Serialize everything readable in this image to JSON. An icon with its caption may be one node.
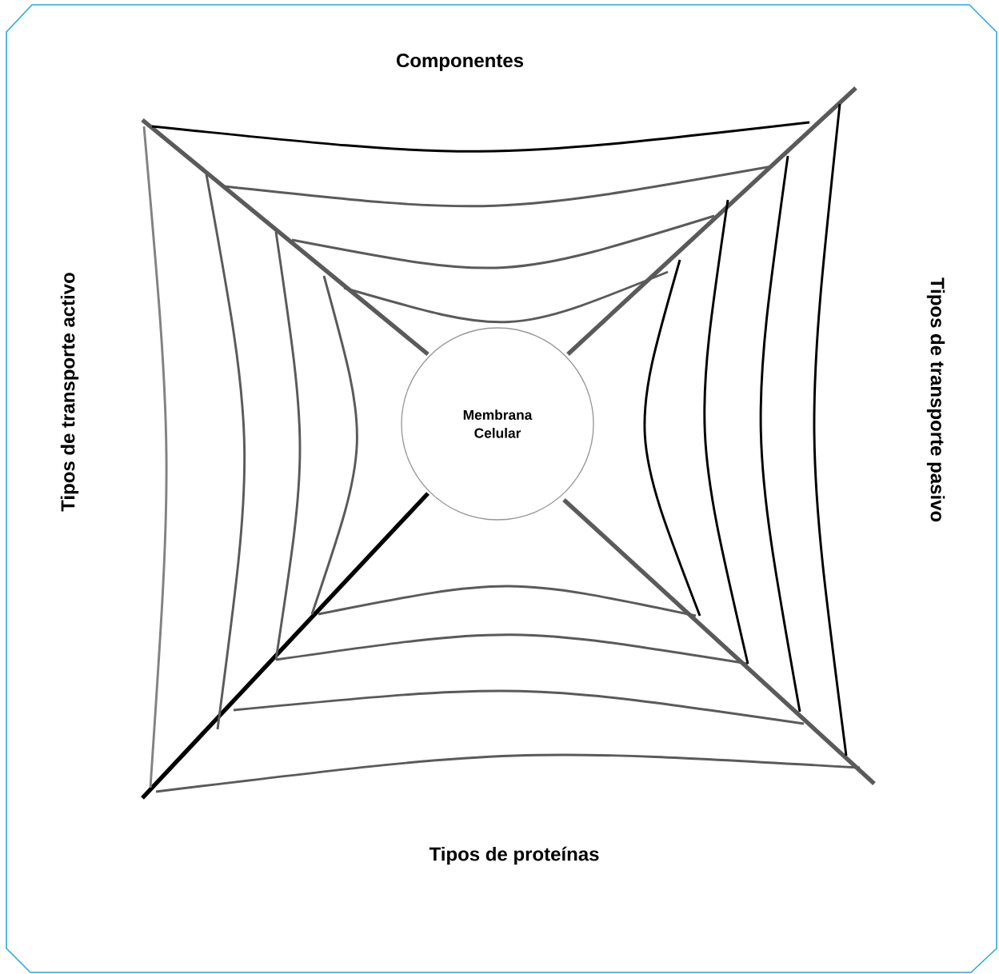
{
  "diagram": {
    "nodes": [
      {
        "text": [
          "Membrana Celular"
        ]
      }
    ],
    "labels": [
      "Componentes",
      "Tipos de transporte activo",
      "Tipos de transporte pasivo",
      "Tipos de proteínas"
    ]
  }
}
